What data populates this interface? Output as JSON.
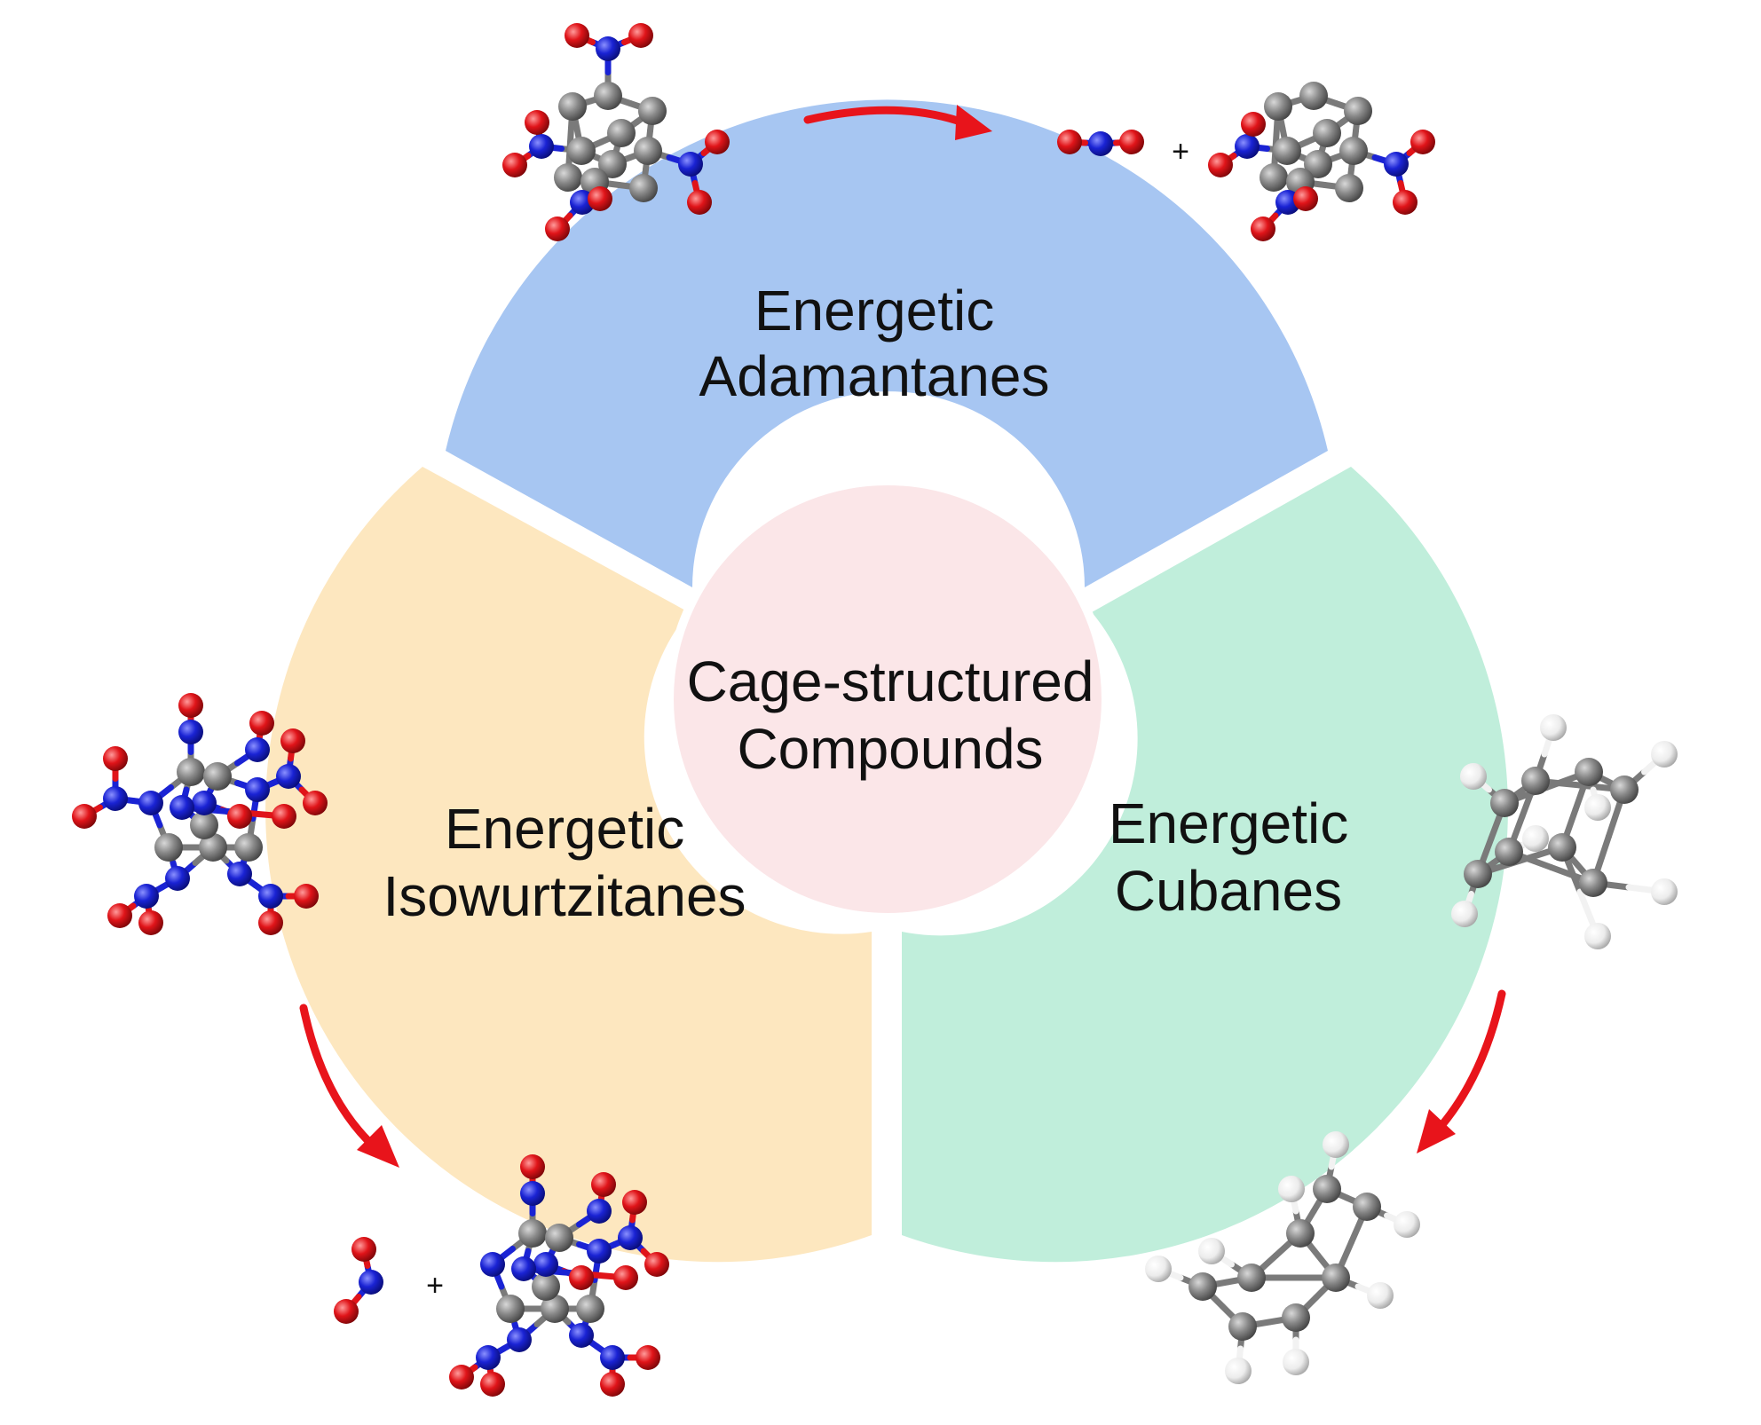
{
  "center": {
    "line1": "Cage-structured",
    "line2": "Compounds",
    "fill": "#fbe6e8"
  },
  "segments": {
    "top": {
      "line1": "Energetic",
      "line2": "Adamantanes",
      "fill": "#a7c6f2"
    },
    "left": {
      "line1": "Energetic",
      "line2": "Isowurtzitanes",
      "fill": "#fde7bf"
    },
    "right": {
      "line1": "Energetic",
      "line2": "Cubanes",
      "fill": "#c0eedb"
    }
  },
  "plus_signs": {
    "top": "+",
    "bottom_left": "+"
  },
  "colors": {
    "arrow": "#e8141b",
    "carbon": "#7a7a7a",
    "nitrogen": "#1a23d4",
    "oxygen": "#e01419",
    "hydrogen": "#f2f2f2"
  },
  "molecules": {
    "top_left": "adamantane-molecule-icon",
    "top_right": "adamantane-decomposition-icon",
    "left": "isowurtzitane-molecule-icon",
    "bottom_left": "isowurtzitane-decomposition-icon",
    "right": "cubane-molecule-icon",
    "bottom_right": "cubane-decomposition-icon"
  }
}
